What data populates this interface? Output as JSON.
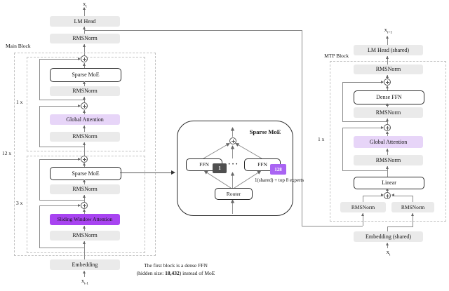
{
  "tokens": {
    "top_left": {
      "base": "x",
      "sub": "t"
    },
    "bottom_left": {
      "base": "x",
      "sub": "t-1"
    },
    "top_right": {
      "base": "x",
      "sub": "t+1"
    },
    "bottom_right": {
      "base": "x",
      "sub": "t"
    }
  },
  "main_column": {
    "lm_head": "LM Head",
    "rmsnorm_top": "RMSNorm",
    "block_label": "Main Block",
    "repeat_main": "12 x",
    "attn_block": {
      "repeat": "1 x",
      "moe": "Sparse MoE",
      "rmsnorm1": "RMSNorm",
      "attention": "Global Attention",
      "rmsnorm2": "RMSNorm"
    },
    "swa_block": {
      "repeat": "3 x",
      "moe": "Sparse MoE",
      "rmsnorm1": "RMSNorm",
      "attention": "Sliding Window Attention",
      "rmsnorm2": "RMSNorm"
    },
    "embedding": "Embedding"
  },
  "moe_detail": {
    "title": "Sparse MoE",
    "ffn_left": "FFN",
    "ffn_right": "FFN",
    "badge_first": "1",
    "badge_last": "128",
    "dots": "···",
    "router": "Router",
    "note": "1(shared) + top 8 experts"
  },
  "mtp_column": {
    "lm_head": "LM Head (shared)",
    "block_label": "MTP Block",
    "rmsnorm_top": "RMSNorm",
    "dense_ffn": "Dense FFN",
    "rmsnorm_mid": "RMSNorm",
    "repeat": "1 x",
    "attention": "Global Attention",
    "rmsnorm_attn": "RMSNorm",
    "linear": "Linear",
    "rmsnorm_left": "RMSNorm",
    "rmsnorm_right": "RMSNorm",
    "embedding": "Embedding (shared)"
  },
  "footnote": {
    "line1": "The first block is a dense FFN",
    "line2_pre": "(hidden size: ",
    "line2_bold": "18,432",
    "line2_post": ") instead of MoE"
  },
  "colors": {
    "box_gray": "#eaeaea",
    "lavender": "#e7d5f8",
    "purple": "#a844f1",
    "badge_dark": "#4f4f4f",
    "badge_purple": "#a964f3",
    "line": "#8a8a8a"
  }
}
